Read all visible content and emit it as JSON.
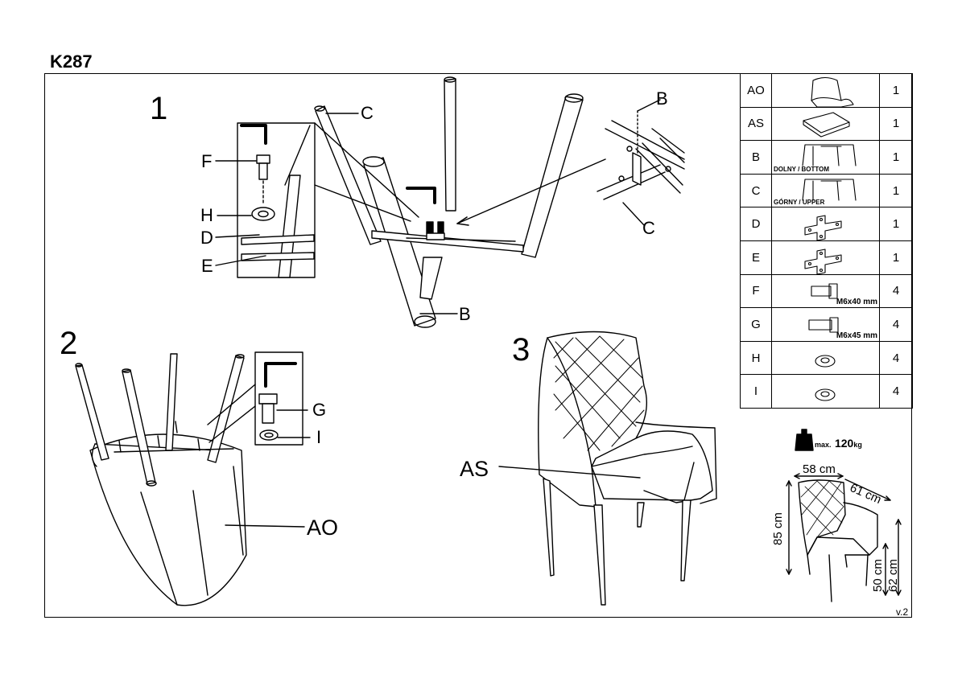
{
  "document": {
    "model": "K287",
    "version": "v.2"
  },
  "steps": {
    "step1": "1",
    "step2": "2",
    "step3": "3"
  },
  "callouts": {
    "step1": {
      "C_top": "C",
      "B_top": "B",
      "F": "F",
      "H": "H",
      "D": "D",
      "E": "E",
      "C_right": "C",
      "B_bottom": "B"
    },
    "step2": {
      "G": "G",
      "I": "I",
      "AO": "AO"
    },
    "step3": {
      "AS": "AS"
    }
  },
  "parts": [
    {
      "code": "AO",
      "icon": "seat-shell-icon",
      "qty": "1"
    },
    {
      "code": "AS",
      "icon": "cushion-icon",
      "qty": "1"
    },
    {
      "code": "B",
      "icon": "legs-frame-icon",
      "sub": "DOLNY / BOTTOM",
      "qty": "1"
    },
    {
      "code": "C",
      "icon": "legs-frame-icon",
      "sub": "GÓRNY / UPPER",
      "qty": "1"
    },
    {
      "code": "D",
      "icon": "cross-plate-icon",
      "qty": "1"
    },
    {
      "code": "E",
      "icon": "cross-plate-icon",
      "qty": "1"
    },
    {
      "code": "F",
      "icon": "bolt-icon",
      "sub": "M6x40 mm",
      "qty": "4"
    },
    {
      "code": "G",
      "icon": "bolt-icon",
      "sub": "M6x45 mm",
      "qty": "4"
    },
    {
      "code": "H",
      "icon": "washer-icon",
      "qty": "4"
    },
    {
      "code": "I",
      "icon": "washer-icon",
      "qty": "4"
    }
  ],
  "specs": {
    "max_load_prefix": "max.",
    "max_load_value": "120",
    "max_load_unit": "kg",
    "width": "58 cm",
    "depth": "61 cm",
    "height": "85 cm",
    "seat_height": "50 cm",
    "armrest_height": "62 cm"
  }
}
